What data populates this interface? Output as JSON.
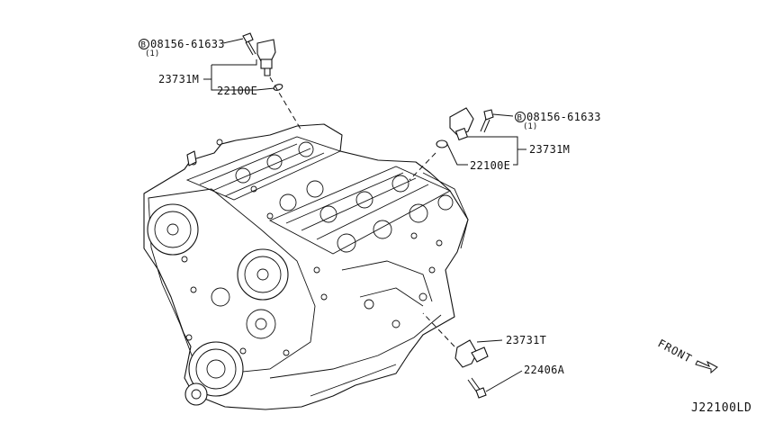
{
  "diagram": {
    "callouts": {
      "bolt_top": {
        "code": "08156-61633",
        "marker": "B",
        "qty": "(1)"
      },
      "bolt_right": {
        "code": "08156-61633",
        "marker": "B",
        "qty": "(1)"
      },
      "sensor_top": "23731M",
      "oring_top": "22100E",
      "sensor_right": "23731M",
      "oring_right": "22100E",
      "sensor_bottom": "23731T",
      "bolt_bottom": "22406A"
    },
    "front_label": "FRONT",
    "figure_id": "J22100LD"
  }
}
